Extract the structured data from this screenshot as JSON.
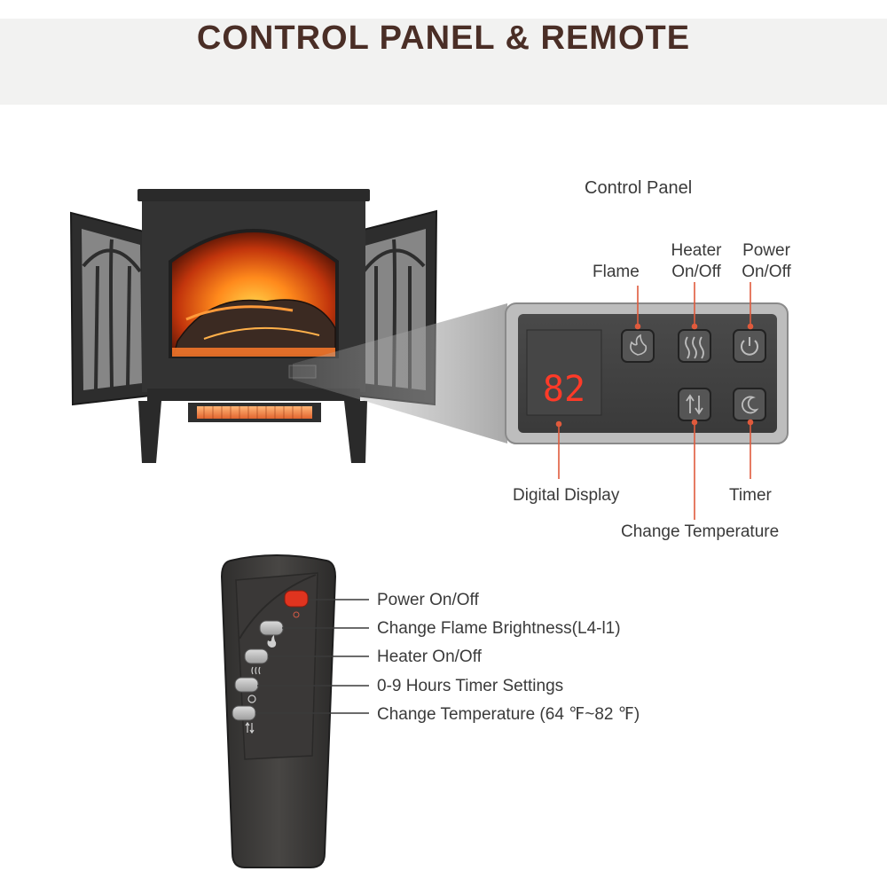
{
  "header": {
    "title": "CONTROL PANEL & REMOTE"
  },
  "control_panel": {
    "heading": "Control Panel",
    "display_value": "82",
    "labels": {
      "flame": "Flame",
      "heater_line1": "Heater",
      "heater_line2": "On/Off",
      "power_line1": "Power",
      "power_line2": "On/Off",
      "digital_display": "Digital Display",
      "timer": "Timer",
      "change_temperature": "Change Temperature"
    },
    "icons": [
      "flame-icon",
      "heater-icon",
      "power-icon",
      "temperature-arrows-icon",
      "timer-moon-icon"
    ]
  },
  "remote": {
    "labels": {
      "power": "Power On/Off",
      "flame_brightness": "Change Flame Brightness(L4-l1)",
      "heater": "Heater On/Off",
      "timer": "0-9 Hours Timer Settings",
      "temperature": "Change Temperature (64 ℉~82 ℉)"
    }
  },
  "colors": {
    "title": "#4a2e26",
    "banner": "#f2f2f1",
    "callout_line": "#e05a3c",
    "display_digits": "#ff3a28",
    "remote_body": "#3d3b39",
    "remote_power_button": "#e0341f"
  }
}
